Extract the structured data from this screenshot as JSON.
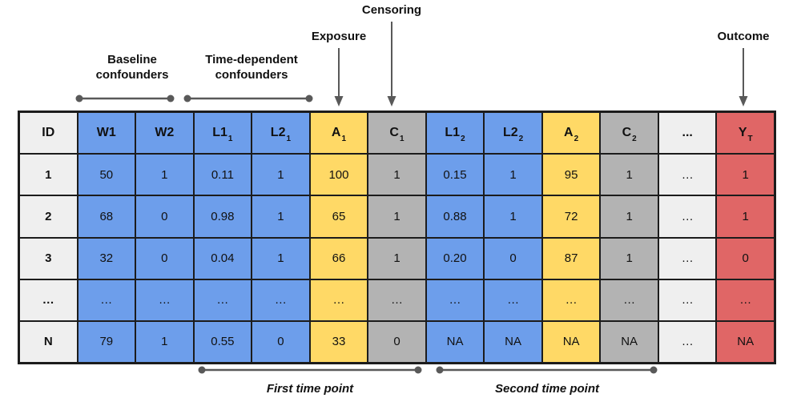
{
  "figure": {
    "description": "Longitudinal data structure table with annotated column groups"
  },
  "labels": {
    "censoring": "Censoring",
    "exposure": "Exposure",
    "outcome": "Outcome",
    "baseline_confounders": "Baseline confounders",
    "time_dependent_confounders": "Time-dependent confounders",
    "first_time_point": "First time point",
    "second_time_point": "Second time point"
  },
  "colors": {
    "light": "#efefef",
    "blue": "#6d9eeb",
    "yellow": "#ffd966",
    "gray": "#b3b3b3",
    "red": "#e06666",
    "line": "#595959",
    "border": "#1c1c1c",
    "text": "#111111"
  },
  "table": {
    "headers": [
      {
        "base": "ID",
        "sub": "",
        "color": "light"
      },
      {
        "base": "W1",
        "sub": "",
        "color": "blue"
      },
      {
        "base": "W2",
        "sub": "",
        "color": "blue"
      },
      {
        "base": "L1",
        "sub": "1",
        "color": "blue"
      },
      {
        "base": "L2",
        "sub": "1",
        "color": "blue"
      },
      {
        "base": "A",
        "sub": "1",
        "color": "yellow"
      },
      {
        "base": "C",
        "sub": "1",
        "color": "gray"
      },
      {
        "base": "L1",
        "sub": "2",
        "color": "blue"
      },
      {
        "base": "L2",
        "sub": "2",
        "color": "blue"
      },
      {
        "base": "A",
        "sub": "2",
        "color": "yellow"
      },
      {
        "base": "C",
        "sub": "2",
        "color": "gray"
      },
      {
        "base": "...",
        "sub": "",
        "color": "light"
      },
      {
        "base": "Y",
        "sub": "T",
        "color": "red"
      }
    ],
    "rows": [
      [
        "1",
        "50",
        "1",
        "0.11",
        "1",
        "100",
        "1",
        "0.15",
        "1",
        "95",
        "1",
        "…",
        "1"
      ],
      [
        "2",
        "68",
        "0",
        "0.98",
        "1",
        "65",
        "1",
        "0.88",
        "1",
        "72",
        "1",
        "…",
        "1"
      ],
      [
        "3",
        "32",
        "0",
        "0.04",
        "1",
        "66",
        "1",
        "0.20",
        "0",
        "87",
        "1",
        "…",
        "0"
      ],
      [
        "…",
        "…",
        "…",
        "…",
        "…",
        "…",
        "…",
        "…",
        "…",
        "…",
        "…",
        "…",
        "…"
      ],
      [
        "N",
        "79",
        "1",
        "0.55",
        "0",
        "33",
        "0",
        "NA",
        "NA",
        "NA",
        "NA",
        "…",
        "NA"
      ]
    ]
  }
}
